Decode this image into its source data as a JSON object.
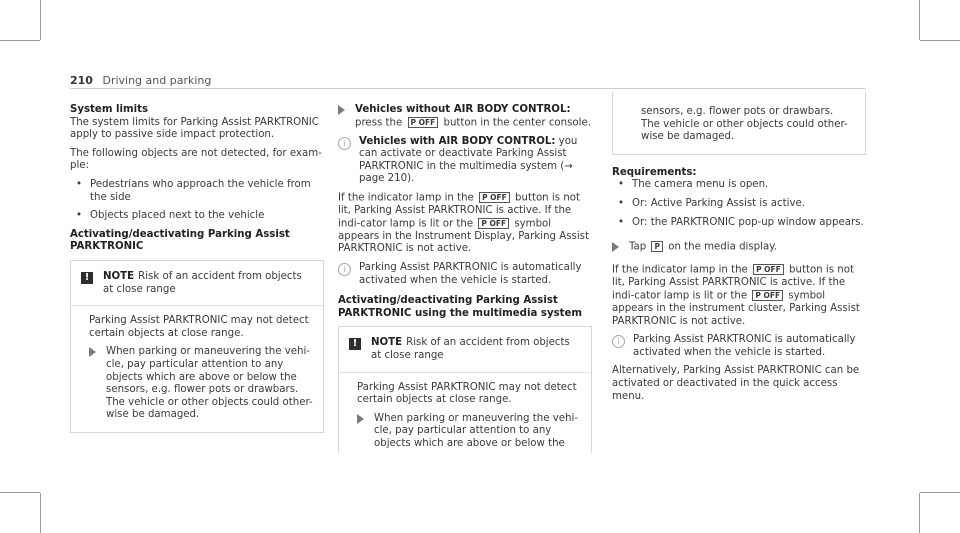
{
  "header": {
    "page_number": "210",
    "section": "Driving and parking"
  },
  "col1": {
    "h1": "System limits",
    "p1": "The system limits for Parking Assist PARKTRONIC apply to passive side impact protection.",
    "p2": "The following objects are not detected, for exam-ple:",
    "bullets": [
      "Pedestrians who approach the vehicle from the side",
      "Objects placed next to the vehicle"
    ],
    "h2a": "Activating/deactivating Parking Assist",
    "h2b": "PARKTRONIC",
    "note_label": "NOTE",
    "note_text": "Risk of an accident from objects at close range",
    "box_text": "Parking Assist PARKTRONIC may not detect certain objects at close range.",
    "step_text": "When parking or maneuvering the vehi-cle, pay particular attention to any objects which are above or below the sensors, e.g. flower pots or drawbars. The vehicle or other objects could other-wise be damaged."
  },
  "col2": {
    "step1_bold": "Vehicles without AIR BODY CONTROL:",
    "step1_a": " press the ",
    "step1_b": " button in the center console.",
    "info1_bold": "Vehicles with AIR BODY CONTROL:",
    "info1_text": " you can activate or deactivate Parking Assist PARKTRONIC in the multimedia system (→ page 210).",
    "p1_a": "If the indicator lamp in the ",
    "p1_b": " button is not lit, Parking Assist PARKTRONIC is active. If the indi-cator lamp is lit or the ",
    "p1_c": " symbol appears in the Instrument Display, Parking Assist PARKTRONIC is not active.",
    "info2": "Parking Assist PARKTRONIC is automatically activated when the vehicle is started.",
    "h1": "Activating/deactivating Parking Assist",
    "h2": "PARKTRONIC using the multimedia system",
    "note_label": "NOTE",
    "note_text": "Risk of an accident from objects at close range",
    "box_text": "Parking Assist PARKTRONIC may not detect certain objects at close range.",
    "step_text": "When parking or maneuvering the vehi-cle, pay particular attention to any objects which are above or below the"
  },
  "col3": {
    "cont_text": "sensors, e.g. flower pots or drawbars. The vehicle or other objects could other-wise be damaged.",
    "req_title": "Requirements:",
    "req_bullets": [
      "The camera menu is open.",
      "Or: Active Parking Assist is active.",
      "Or: the PARKTRONIC pop-up window appears."
    ],
    "tap_a": "Tap ",
    "tap_b": " on the media display.",
    "p1_a": "If the indicator lamp in the ",
    "p1_b": " button is not lit, Parking Assist PARKTRONIC is active. If the indi-cator lamp is lit or the ",
    "p1_c": " symbol appears in the instrument cluster, Parking Assist PARKTRONIC is not active.",
    "info": "Parking Assist PARKTRONIC is automatically activated when the vehicle is started.",
    "p2": "Alternatively, Parking Assist PARKTRONIC can be activated or deactivated in the quick access menu."
  },
  "icons": {
    "parktronic_button": "P OFF",
    "parktronic_symbol": "P"
  }
}
